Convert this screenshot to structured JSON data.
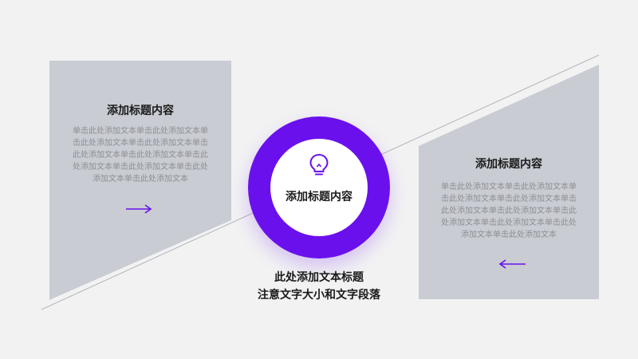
{
  "left_card": {
    "title": "添加标题内容",
    "body": "单击此处添加文本单击此处添加文本单击此处添加文本单击此处添加文本单击此处添加文本单击此处添加文本单击此处添加文本单击此处添加文本单击此处添加文本单击此处添加文本",
    "arrow_icon": "arrow-right-icon"
  },
  "right_card": {
    "title": "添加标题内容",
    "body": "单击此处添加文本单击此处添加文本单击此处添加文本单击此处添加文本单击此处添加文本单击此处添加文本单击此处添加文本单击此处添加文本单击此处添加文本单击此处添加文本",
    "arrow_icon": "arrow-left-icon"
  },
  "center": {
    "icon": "lightbulb-icon",
    "title": "添加标题内容"
  },
  "bottom_caption": {
    "line1": "此处添加文本标题",
    "line2": "注意文字大小和文字段落"
  },
  "colors": {
    "accent": "#6a10ec",
    "panel": "#c9ccd3",
    "background": "#f2f2f3",
    "body_text": "#8f8f95"
  }
}
